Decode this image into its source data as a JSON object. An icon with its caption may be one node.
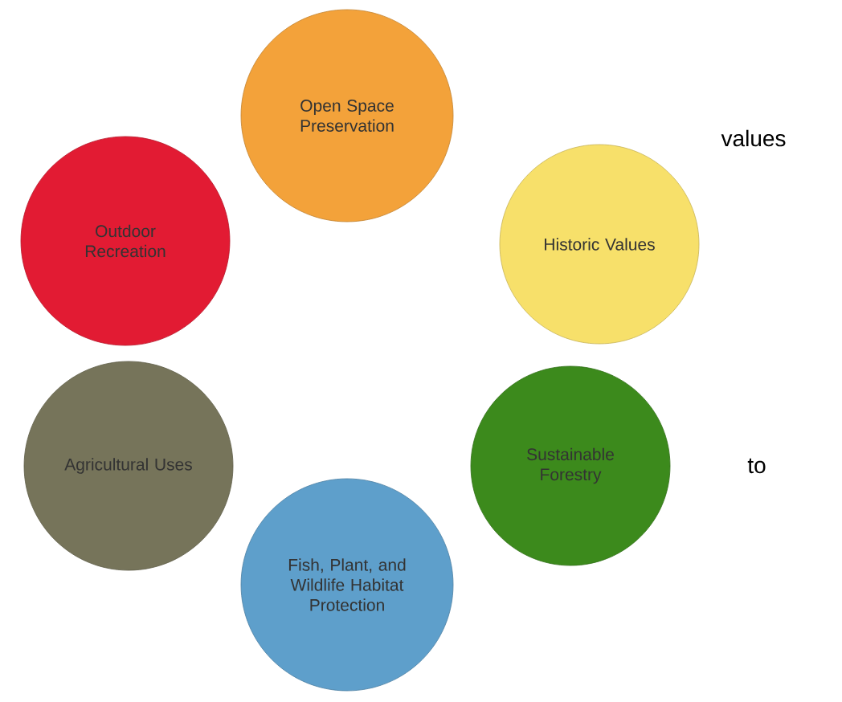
{
  "diagram": {
    "nodes": [
      {
        "text": [
          "Open Space Preservation"
        ]
      },
      {
        "text": [
          "Historic Values"
        ]
      },
      {
        "text": [
          "Sustainable Forestry"
        ]
      },
      {
        "text": [
          "Fish, Plant, and Wildlife Habitat Protection"
        ]
      },
      {
        "text": [
          "Agricultural Uses"
        ]
      },
      {
        "text": [
          "Outdoor Recreation"
        ]
      }
    ],
    "labels": [
      "values",
      "to"
    ]
  }
}
